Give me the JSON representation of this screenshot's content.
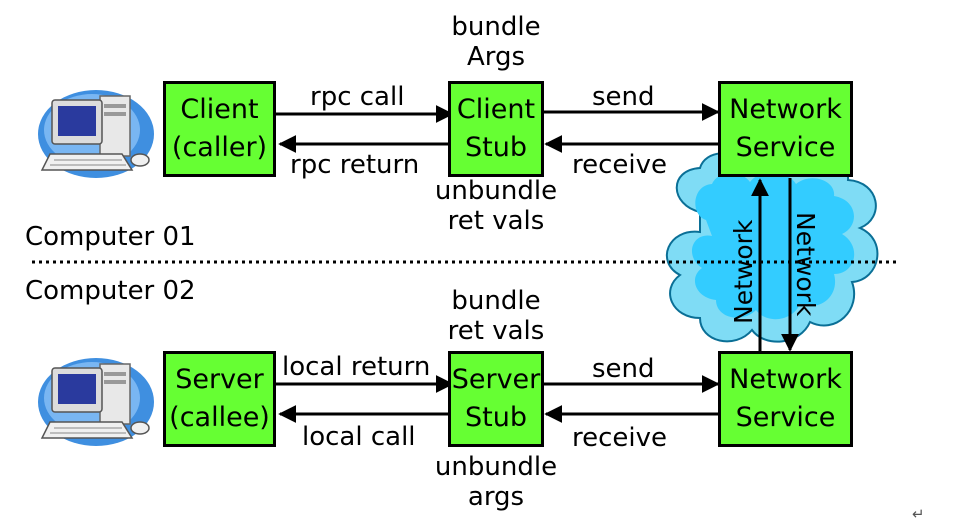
{
  "top": {
    "client_box": [
      "Client",
      "(caller)"
    ],
    "stub_box": [
      "Client",
      "Stub"
    ],
    "net_box": [
      "Network",
      "Service"
    ],
    "stub_above": [
      "bundle",
      "Args"
    ],
    "stub_below": [
      "unbundle",
      "ret vals"
    ],
    "call_label": "rpc call",
    "return_label": "rpc return",
    "send_label": "send",
    "receive_label": "receive"
  },
  "bottom": {
    "server_box": [
      "Server",
      "(callee)"
    ],
    "stub_box": [
      "Server",
      "Stub"
    ],
    "net_box": [
      "Network",
      "Service"
    ],
    "stub_above": [
      "bundle",
      "ret vals"
    ],
    "stub_below": [
      "unbundle",
      "args"
    ],
    "return_label": "local return",
    "call_label": "local call",
    "send_label": "send",
    "receive_label": "receive"
  },
  "computer_01": "Computer 01",
  "computer_02": "Computer 02",
  "network_left": "Network",
  "network_right": "Network",
  "colors": {
    "box_fill": "#66ff33",
    "cloud_fill": "#33ccff",
    "cloud_dark": "#0099cc"
  },
  "icons": [
    "desktop-computer-icon",
    "cloud-icon",
    "enter-symbol-icon"
  ]
}
